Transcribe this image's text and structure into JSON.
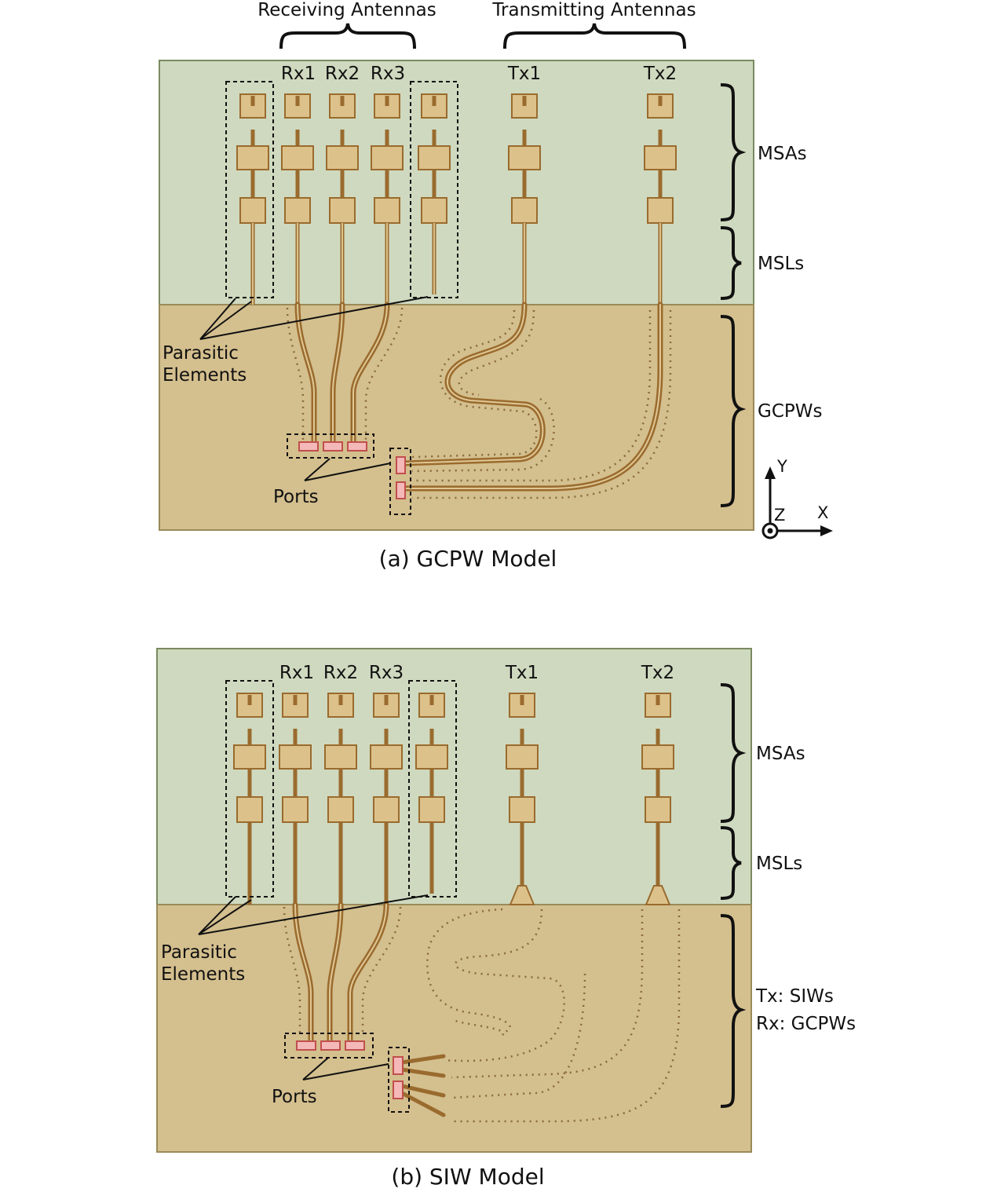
{
  "header": {
    "rx_group": "Receiving Antennas",
    "tx_group": "Transmitting Antennas"
  },
  "panel_a": {
    "caption": "(a) GCPW Model",
    "antennas": [
      "Rx1",
      "Rx2",
      "Rx3",
      "Tx1",
      "Tx2"
    ],
    "regions": [
      "MSAs",
      "MSLs",
      "GCPWs"
    ],
    "parasitic_label": [
      "Parasitic",
      "Elements"
    ],
    "ports_label": "Ports",
    "axis": {
      "y": "Y",
      "z": "Z",
      "x": "X"
    }
  },
  "panel_b": {
    "caption": "(b) SIW Model",
    "antennas": [
      "Rx1",
      "Rx2",
      "Rx3",
      "Tx1",
      "Tx2"
    ],
    "regions": [
      "MSAs",
      "MSLs",
      "Tx: SIWs",
      "Rx: GCPWs"
    ],
    "parasitic_label": [
      "Parasitic",
      "Elements"
    ],
    "ports_label": "Ports"
  },
  "colors": {
    "substrate_top": "#cfd9bf",
    "substrate_bottom": "#d4bf8e",
    "copper_fill": "#dcc18a",
    "copper_stroke": "#9a6b2e",
    "port_fill": "#f4b8b8",
    "port_stroke": "#c0504d",
    "outline": "#111111"
  }
}
